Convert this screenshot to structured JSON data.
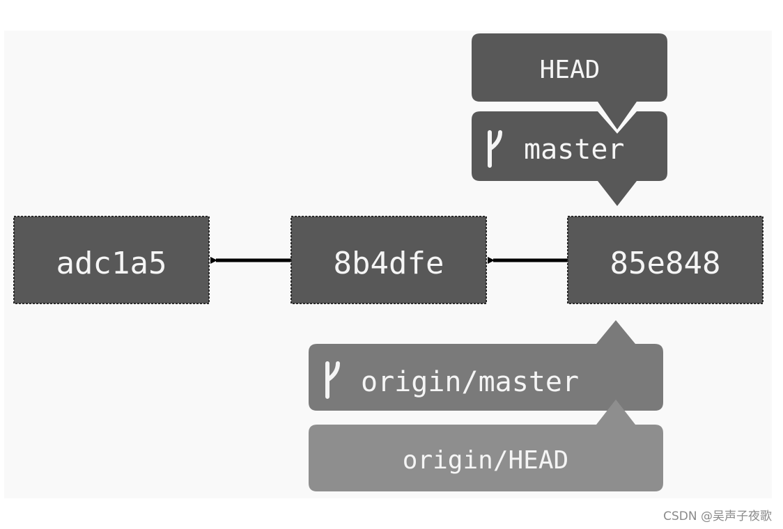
{
  "commits": {
    "first": "adc1a5",
    "second": "8b4dfe",
    "third": "85e848"
  },
  "refs": {
    "head": "HEAD",
    "master": "master",
    "origin_master": "origin/master",
    "origin_head": "origin/HEAD"
  },
  "icons": {
    "branch": "git-branch-icon"
  },
  "colors": {
    "commit_fill": "#585858",
    "local_ref_fill": "#585858",
    "remote_ref_fill": "#7a7a7a",
    "remote_head_fill": "#8e8e8e",
    "text": "#f5f5f5",
    "arrow": "#000000"
  },
  "watermark": "CSDN @吴声子夜歌"
}
